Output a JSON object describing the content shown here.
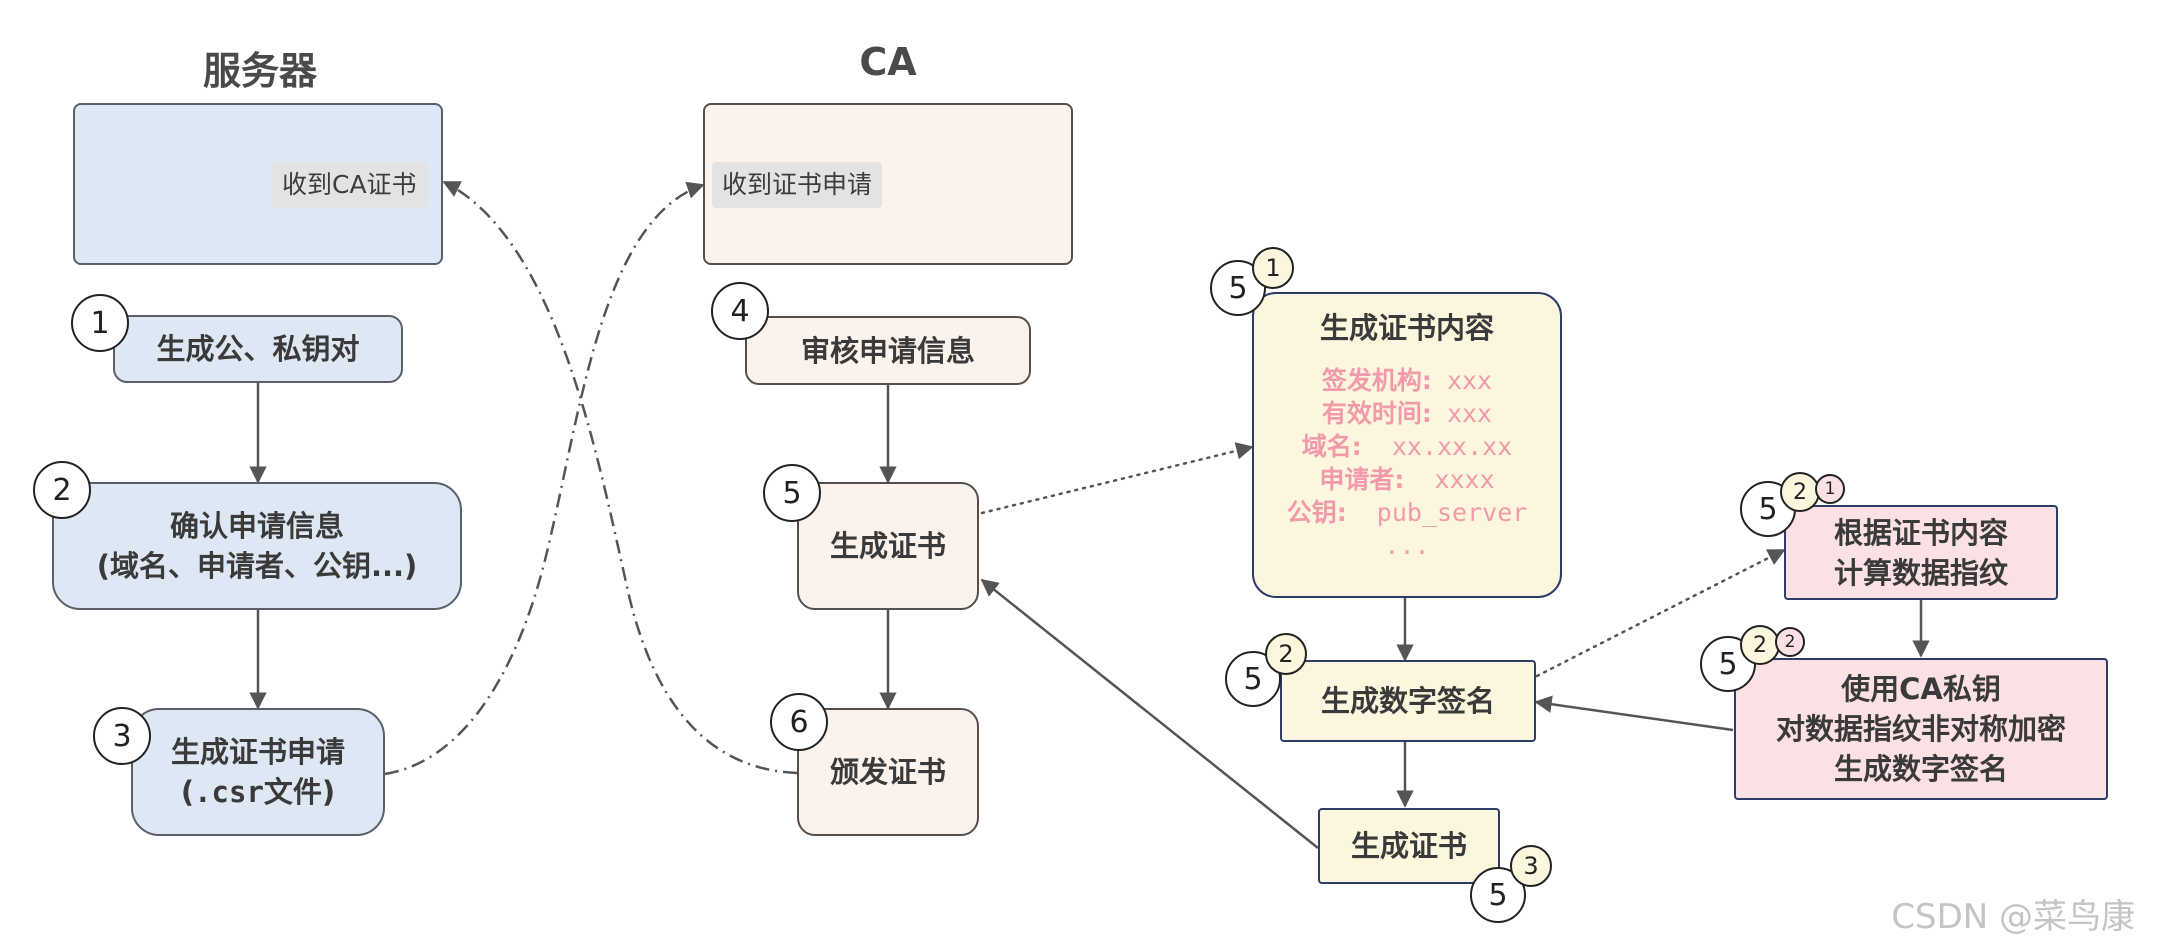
{
  "columns": {
    "server": "服务器",
    "ca": "CA"
  },
  "tags": {
    "server_received": "收到CA证书",
    "ca_received": "收到证书申请"
  },
  "server_steps": [
    {
      "badge": "1",
      "label": "生成公、私钥对"
    },
    {
      "badge": "2",
      "line1": "确认申请信息",
      "line2": "(域名、申请者、公钥...)"
    },
    {
      "badge": "3",
      "line1": "生成证书申请",
      "line2_pre": "(",
      "line2_mono": ".csr",
      "line2_post": "文件)"
    }
  ],
  "ca_steps": [
    {
      "badge": "4",
      "label": "审核申请信息"
    },
    {
      "badge": "5",
      "label": "生成证书"
    },
    {
      "badge": "6",
      "label": "颁发证书"
    }
  ],
  "detail": {
    "content": {
      "badge_main": "5",
      "badge_sub": "1",
      "title": "生成证书内容",
      "fields": [
        {
          "key": "签发机构:",
          "value": " xxx"
        },
        {
          "key": "有效时间:",
          "value": " xxx"
        },
        {
          "key": "域名:",
          "value": "  xx.xx.xx"
        },
        {
          "key": "申请者:",
          "value": "  xxxx"
        },
        {
          "key": "公钥:",
          "value": "  pub_server"
        }
      ],
      "ellipsis": "..."
    },
    "signature": {
      "badge_main": "5",
      "badge_sub": "2",
      "label": "生成数字签名"
    },
    "cert": {
      "badge_main": "5",
      "badge_sub": "3",
      "label": "生成证书"
    },
    "fingerprint": {
      "badge_main": "5",
      "badge_sub": "2",
      "badge_sub2": "1",
      "line1": "根据证书内容",
      "line2": "计算数据指纹"
    },
    "encrypt": {
      "badge_main": "5",
      "badge_sub": "2",
      "badge_sub2": "2",
      "line1": "使用CA私钥",
      "line2": "对数据指纹非对称加密",
      "line3": "生成数字签名"
    }
  },
  "watermark": "CSDN @菜鸟康",
  "colors": {
    "server_fill": "#dde8f4",
    "ca_fill": "#fbf2ec",
    "detail_fill": "#fdf6de",
    "sign_fill": "#fbe1e4",
    "field_text": "#f19aaa"
  }
}
